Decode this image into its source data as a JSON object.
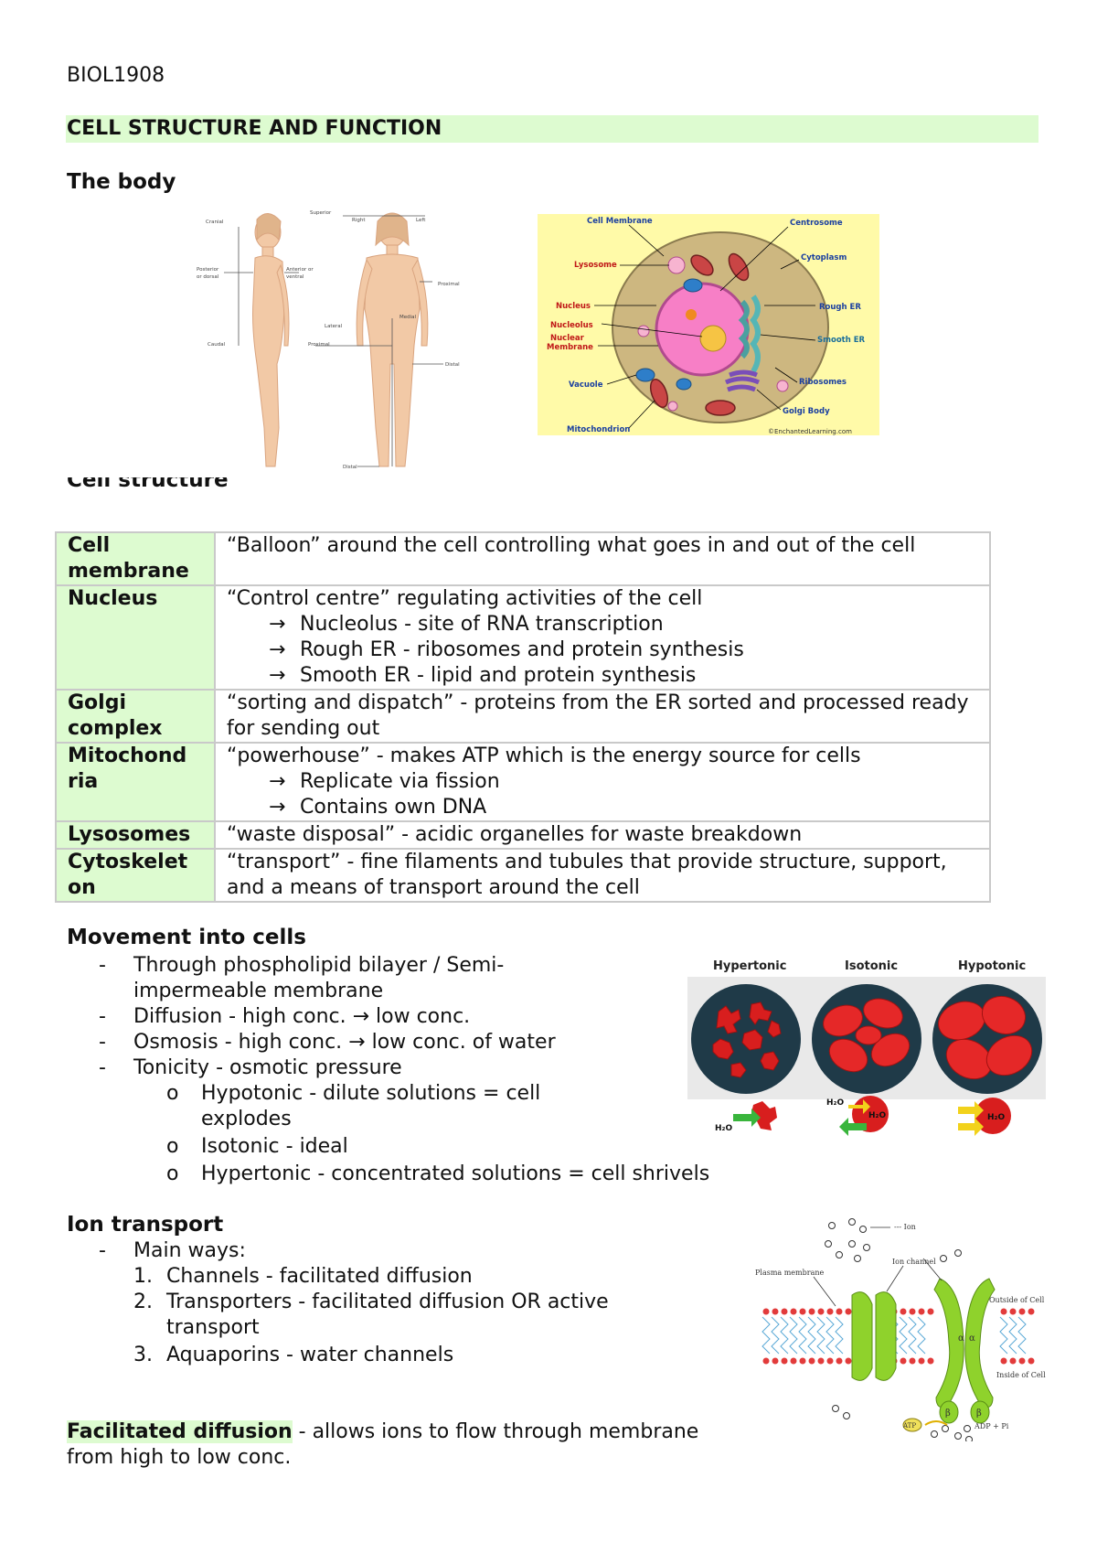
{
  "header": {
    "course": "BIOL1908",
    "title": "CELL STRUCTURE AND FUNCTION"
  },
  "sections": {
    "body_heading": "The body",
    "cell_structure_heading": "Cell structure",
    "movement_heading": "Movement into cells",
    "ion_heading": "Ion transport"
  },
  "body_figure": {
    "labels": [
      "Cranial",
      "Superior",
      "Right",
      "Left",
      "Posterior or dorsal",
      "Anterior or ventral",
      "Proximal",
      "Medial",
      "Lateral",
      "Caudal",
      "Proximal",
      "Distal",
      "Distal"
    ]
  },
  "cell_figure": {
    "labels": {
      "cell_membrane": "Cell Membrane",
      "centrosome": "Centrosome",
      "lysosome": "Lysosome",
      "cytoplasm": "Cytoplasm",
      "nucleus": "Nucleus",
      "rough_er": "Rough ER",
      "nucleolus": "Nucleolus",
      "nuclear_membrane": "Nuclear Membrane",
      "smooth_er": "Smooth ER",
      "vacuole": "Vacuole",
      "ribosomes": "Ribosomes",
      "golgi": "Golgi Body",
      "mitochondrion": "Mitochondrion",
      "watermark": "©EnchantedLearning.com"
    }
  },
  "table": {
    "rows": [
      {
        "term": "Cell membrane",
        "desc": "“Balloon” around the cell controlling what goes in and out of the cell",
        "subs": []
      },
      {
        "term": "Nucleus",
        "desc": "“Control centre” regulating activities of the cell",
        "subs": [
          "Nucleolus - site of RNA transcription",
          "Rough ER - ribosomes and protein synthesis",
          "Smooth ER - lipid and protein synthesis"
        ]
      },
      {
        "term": "Golgi complex",
        "desc": "“sorting and dispatch” - proteins from the ER sorted and processed ready for sending out",
        "subs": []
      },
      {
        "term": "Mitochondria",
        "desc": "“powerhouse” - makes ATP which is the energy source for cells",
        "subs": [
          "Replicate via fission",
          "Contains own DNA"
        ]
      },
      {
        "term": "Lysosomes",
        "desc": "“waste disposal” - acidic organelles for waste breakdown",
        "subs": []
      },
      {
        "term": "Cytoskeleton",
        "desc": "“transport” - fine filaments and tubules that provide structure, support, and a means of transport around the cell",
        "subs": []
      }
    ],
    "arrow": "→"
  },
  "movement": {
    "items": [
      "Through phospholipid bilayer / Semi-impermeable membrane",
      "Diffusion - high conc. → low conc.",
      "Osmosis - high conc. → low conc. of water",
      "Tonicity - osmotic pressure"
    ],
    "tonicity": [
      "Hypotonic - dilute solutions = cell explodes",
      "Isotonic - ideal",
      "Hypertonic - concentrated solutions = cell shrivels"
    ]
  },
  "tonicity_figure": {
    "labels": [
      "Hypertonic",
      "Isotonic",
      "Hypotonic"
    ],
    "water": "H₂O"
  },
  "ion_transport": {
    "lead": "Main ways:",
    "ways": [
      "Channels - facilitated diffusion",
      "Transporters - facilitated diffusion OR active transport",
      "Aquaporins - water channels"
    ]
  },
  "membrane_figure": {
    "labels": {
      "ion": "Ion",
      "plasma": "Plasma membrane",
      "channel": "Ion channel",
      "outside": "Outside of Cell",
      "inside": "Inside of Cell",
      "atp": "ATP",
      "adp": "ADP + Pi",
      "alpha": "α",
      "beta": "β"
    }
  },
  "facilitated": {
    "term": "Facilitated diffusion",
    "rest": " - allows ions to flow through membrane from high to low conc."
  }
}
